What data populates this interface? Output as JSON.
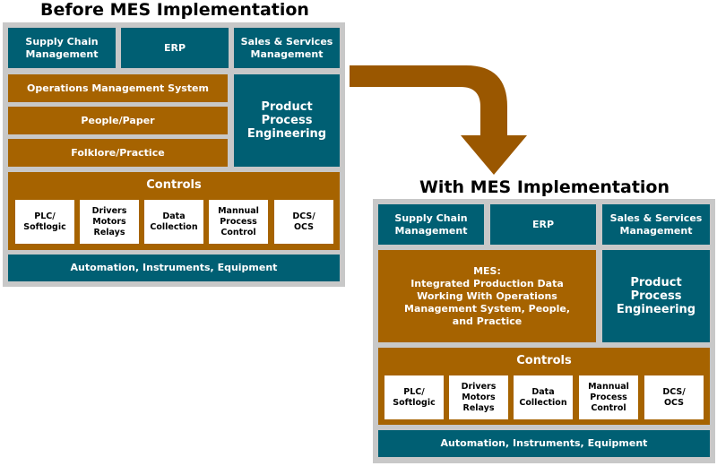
{
  "colors": {
    "teal": "#005f73",
    "orange": "#a66300",
    "panel": "#c8c8c8",
    "arrow": "#9a5700"
  },
  "before": {
    "title": "Before MES Implementation",
    "top": [
      "Supply Chain\nManagement",
      "ERP",
      "Sales & Services\nManagement"
    ],
    "rows": [
      "Operations Management System",
      "People/Paper",
      "Folklore/Practice"
    ],
    "ppe": "Product\nProcess\nEngineering",
    "controls_title": "Controls",
    "controls": [
      "PLC/\nSoftlogic",
      "Drivers\nMotors\nRelays",
      "Data\nCollection",
      "Mannual\nProcess\nControl",
      "DCS/\nOCS"
    ],
    "bottom": "Automation, Instruments, Equipment"
  },
  "after": {
    "title": "With MES Implementation",
    "top": [
      "Supply Chain\nManagement",
      "ERP",
      "Sales & Services\nManagement"
    ],
    "mes": "MES:\nIntegrated Production Data\nWorking With Operations\nManagement System, People,\nand Practice",
    "ppe": "Product\nProcess\nEngineering",
    "controls_title": "Controls",
    "controls": [
      "PLC/\nSoftlogic",
      "Drivers\nMotors\nRelays",
      "Data\nCollection",
      "Mannual\nProcess\nControl",
      "DCS/\nOCS"
    ],
    "bottom": "Automation, Instruments, Equipment"
  }
}
